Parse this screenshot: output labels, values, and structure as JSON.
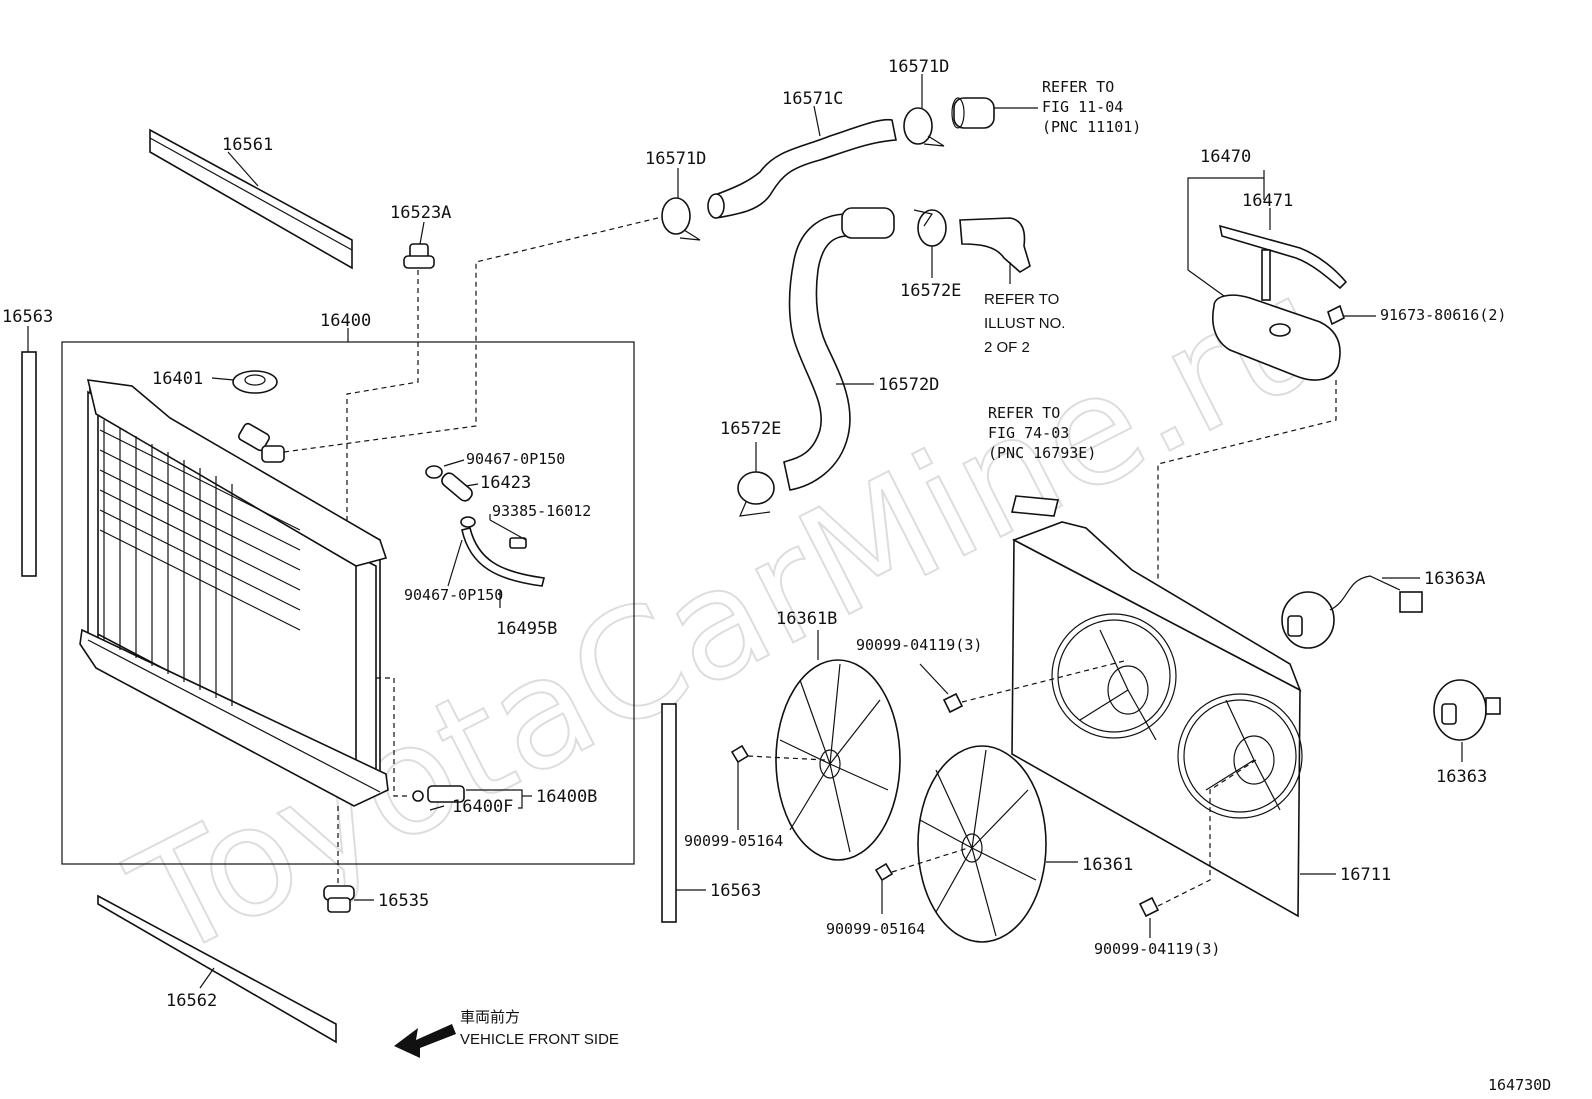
{
  "diagram_code": "164730D",
  "watermark": "ToyotaCarMine.ru",
  "direction_jp": "車両前方",
  "direction_en": "VEHICLE FRONT SIDE",
  "labels": {
    "p16561": "16561",
    "p16523A": "16523A",
    "p16563_left": "16563",
    "p16400": "16400",
    "p16401": "16401",
    "p90467_top": "90467-0P150",
    "p16423": "16423",
    "p93385": "93385-16012",
    "p90467_bot": "90467-0P150",
    "p16495B": "16495B",
    "p16400F": "16400F",
    "p16400B": "16400B",
    "p16535": "16535",
    "p16562": "16562",
    "p16563_mid": "16563",
    "p16571C": "16571C",
    "p16571D_top": "16571D",
    "p16571D_left": "16571D",
    "p16572E_top": "16572E",
    "p16572D": "16572D",
    "p16572E_left": "16572E",
    "p16470": "16470",
    "p16471": "16471",
    "p91673": "91673-80616(2)",
    "p16361B": "16361B",
    "p90099_04119_top": "90099-04119(3)",
    "p90099_05164_left": "90099-05164",
    "p90099_05164_mid": "90099-05164",
    "p16361": "16361",
    "p16363A": "16363A",
    "p16363": "16363",
    "p16711": "16711",
    "p90099_04119_bot": "90099-04119(3)"
  },
  "notes": {
    "fig1104": [
      "REFER TO",
      "FIG 11-04",
      "(PNC 11101)"
    ],
    "illust": [
      "REFER TO",
      "ILLUST NO.",
      "2 OF 2"
    ],
    "fig7403": [
      "REFER TO",
      "FIG 74-03",
      "(PNC 16793E)"
    ]
  }
}
